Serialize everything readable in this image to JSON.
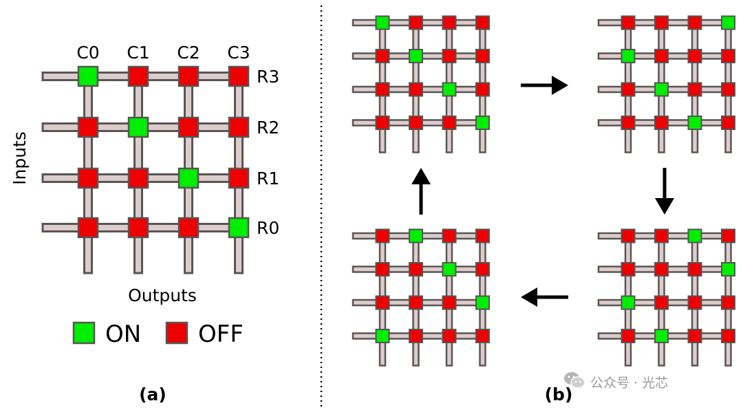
{
  "panel_a": {
    "columns": [
      "C0",
      "C1",
      "C2",
      "C3"
    ],
    "rows": [
      "R3",
      "R2",
      "R1",
      "R0"
    ],
    "states": [
      [
        "on",
        "off",
        "off",
        "off"
      ],
      [
        "off",
        "on",
        "off",
        "off"
      ],
      [
        "off",
        "off",
        "on",
        "off"
      ],
      [
        "off",
        "off",
        "off",
        "on"
      ]
    ],
    "inputs_label": "Inputs",
    "outputs_label": "Outputs",
    "legend": {
      "on_label": "ON",
      "off_label": "OFF"
    },
    "caption": "(a)"
  },
  "panel_b": {
    "caption": "(b)",
    "grids": [
      {
        "position": "top-left",
        "states": [
          [
            "on",
            "off",
            "off",
            "off"
          ],
          [
            "off",
            "on",
            "off",
            "off"
          ],
          [
            "off",
            "off",
            "on",
            "off"
          ],
          [
            "off",
            "off",
            "off",
            "on"
          ]
        ]
      },
      {
        "position": "top-right",
        "states": [
          [
            "off",
            "off",
            "off",
            "on"
          ],
          [
            "on",
            "off",
            "off",
            "off"
          ],
          [
            "off",
            "on",
            "off",
            "off"
          ],
          [
            "off",
            "off",
            "on",
            "off"
          ]
        ]
      },
      {
        "position": "bottom-right",
        "states": [
          [
            "off",
            "off",
            "on",
            "off"
          ],
          [
            "off",
            "off",
            "off",
            "on"
          ],
          [
            "on",
            "off",
            "off",
            "off"
          ],
          [
            "off",
            "on",
            "off",
            "off"
          ]
        ]
      },
      {
        "position": "bottom-left",
        "states": [
          [
            "off",
            "on",
            "off",
            "off"
          ],
          [
            "off",
            "off",
            "on",
            "off"
          ],
          [
            "off",
            "off",
            "off",
            "on"
          ],
          [
            "on",
            "off",
            "off",
            "off"
          ]
        ]
      }
    ],
    "arrows": [
      "right",
      "down",
      "left",
      "up"
    ]
  },
  "watermark": {
    "text": "公众号 · 光芯",
    "icon": "wechat-icon"
  },
  "colors": {
    "on": "#00ee00",
    "off": "#ee0000",
    "waveguide_fill": "#dccccc",
    "waveguide_stroke": "#5a5555",
    "cell_stroke": "#555555",
    "divider": "#000000"
  }
}
